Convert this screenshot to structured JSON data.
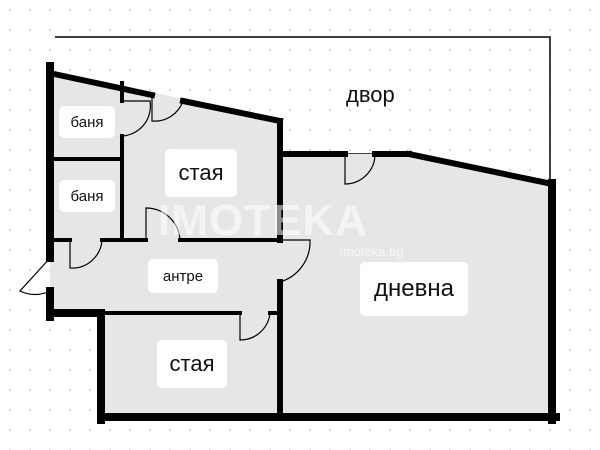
{
  "rooms": {
    "bath_top": "баня",
    "bath_bottom": "баня",
    "room_top": "стая",
    "hall": "антре",
    "room_bottom": "стая",
    "living": "дневна",
    "yard": "двор"
  },
  "watermark": {
    "brand": "IMOTEKA",
    "url": "imoteka.bg"
  },
  "colors": {
    "floor": "#e6e6e6",
    "wall": "#000000",
    "background": "#ffffff",
    "grid_dots": "#d4d8e0"
  }
}
